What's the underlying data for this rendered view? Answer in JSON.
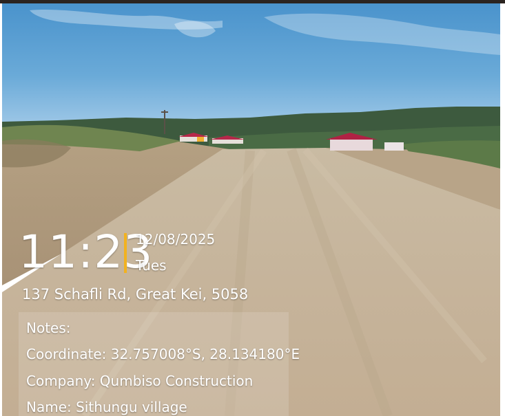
{
  "photo": {
    "scene": "gravel-road-photo",
    "sky_color": "#5a9fd0",
    "road_color": "#c8b89f"
  },
  "stamp": {
    "time": "11:23",
    "date": "12/08/2025",
    "weekday": "Tues",
    "address": "137 Schafli Rd, Great Kei, 5058",
    "accent_color": "#f2b21f"
  },
  "notes": {
    "notes_line": "Notes:",
    "coordinate_line": "Coordinate: 32.757008°S, 28.134180°E",
    "company_line": "Company: Qumbiso Construction",
    "name_line": "Name: Sithungu village"
  }
}
